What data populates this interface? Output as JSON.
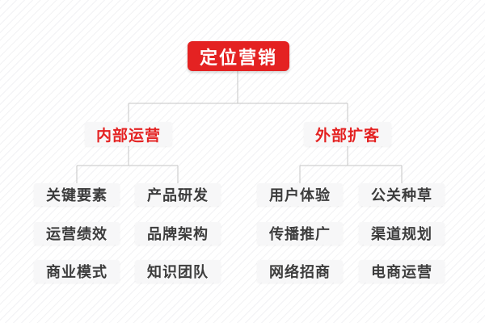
{
  "root": {
    "label": "定位营销"
  },
  "branches": [
    {
      "label": "内部运营",
      "items": [
        "关键要素",
        "产品研发",
        "运营绩效",
        "品牌架构",
        "商业模式",
        "知识团队"
      ]
    },
    {
      "label": "外部扩客",
      "items": [
        "用户体验",
        "公关种草",
        "传播推广",
        "渠道规划",
        "网络招商",
        "电商运营"
      ]
    }
  ],
  "colors": {
    "accent_red": "#e42222",
    "node_background": "#f7f7f8",
    "leaf_text": "#3c3c3c",
    "connector": "#c6c6c6",
    "background_stripe": "#f2f2f4"
  }
}
